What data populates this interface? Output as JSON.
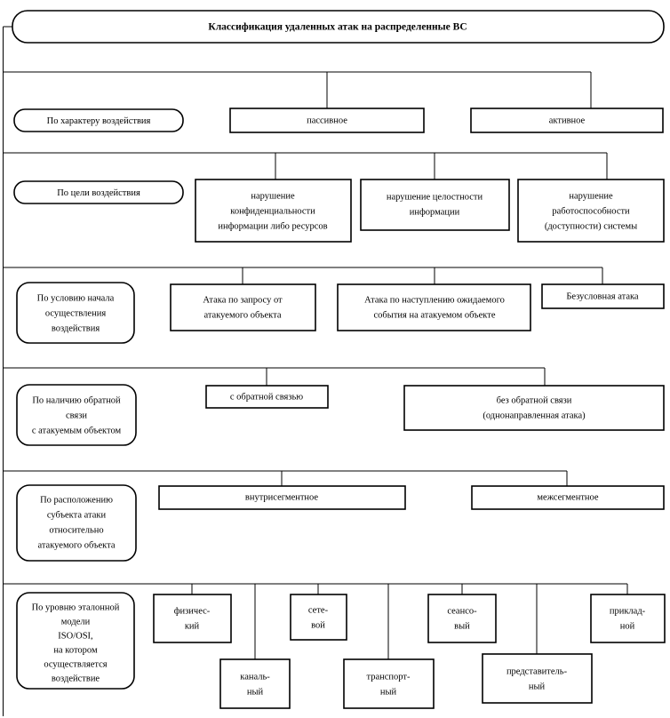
{
  "title": {
    "text": "Классификация удаленных атак на распределенные ВС"
  },
  "sections": [
    {
      "id": "character",
      "label": "По характеру воздействия",
      "nodes": [
        {
          "lines": [
            "пассивное"
          ]
        },
        {
          "lines": [
            "активное"
          ]
        }
      ]
    },
    {
      "id": "goal",
      "label": "По цели воздействия",
      "nodes": [
        {
          "lines": [
            "нарушение",
            "конфиденциальности",
            "информации либо ресурсов"
          ]
        },
        {
          "lines": [
            "нарушение целостности",
            "информации"
          ]
        },
        {
          "lines": [
            "нарушение",
            "работоспособности",
            "(доступности) системы"
          ]
        }
      ]
    },
    {
      "id": "start-condition",
      "label": "По условию начала осуществления воздействия",
      "label_lines": [
        "По условию начала",
        "осуществления",
        "воздействия"
      ],
      "nodes": [
        {
          "lines": [
            "Атака по запросу от",
            "атакуемого объекта"
          ]
        },
        {
          "lines": [
            "Атака по наступлению ожидаемого",
            "события на атакуемом объекте"
          ]
        },
        {
          "lines": [
            "Безусловная атака"
          ]
        }
      ]
    },
    {
      "id": "feedback",
      "label": "По наличию обратной связи с атакуемым объектом",
      "label_lines": [
        "По наличию обратной",
        "связи",
        "с атакуемым объектом"
      ],
      "nodes": [
        {
          "lines": [
            "с обратной связью"
          ]
        },
        {
          "lines": [
            "без обратной связи",
            "(однонаправленная атака)"
          ]
        }
      ]
    },
    {
      "id": "subject-location",
      "label": "По расположению субъекта атаки относительно атакуемого объекта",
      "label_lines": [
        "По расположению",
        "субъекта атаки",
        "относительно",
        "атакуемого объекта"
      ],
      "nodes": [
        {
          "lines": [
            "внутрисегментное"
          ]
        },
        {
          "lines": [
            "межсегментное"
          ]
        }
      ]
    },
    {
      "id": "osi-level",
      "label": "По уровню эталонной модели ISO/OSI, на котором осуществляется воздействие",
      "label_lines": [
        "По уровню эталонной",
        "модели",
        "ISO/OSI,",
        "на котором",
        "осуществляется",
        "воздействие"
      ],
      "nodes": [
        {
          "lines": [
            "физичес-",
            "кий"
          ]
        },
        {
          "lines": [
            "каналь-",
            "ный"
          ]
        },
        {
          "lines": [
            "сете-",
            "вой"
          ]
        },
        {
          "lines": [
            "транспорт-",
            "ный"
          ]
        },
        {
          "lines": [
            "сеансо-",
            "вый"
          ]
        },
        {
          "lines": [
            "представитель-",
            "ный"
          ]
        },
        {
          "lines": [
            "приклад-",
            "ной"
          ]
        }
      ]
    }
  ],
  "colors": {
    "line": "#000000",
    "fill": "#ffffff",
    "text": "#000000"
  }
}
